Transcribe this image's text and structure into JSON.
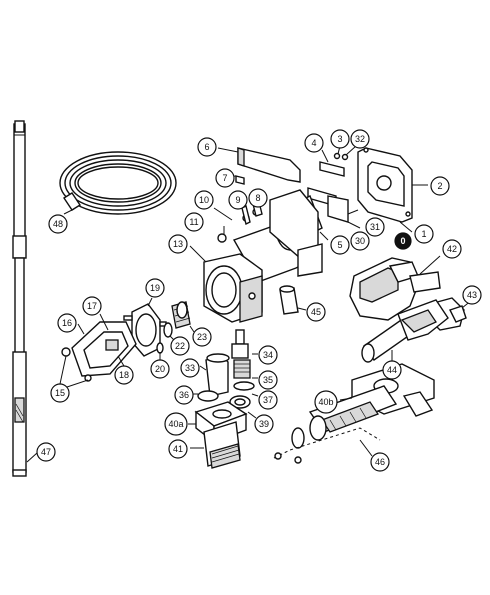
{
  "callouts": {
    "c0": "0",
    "c1": "1",
    "c2": "2",
    "c3": "3",
    "c4": "4",
    "c5": "5",
    "c6": "6",
    "c7": "7",
    "c8": "8",
    "c9": "9",
    "c10": "10",
    "c11": "11",
    "c13": "13",
    "c15": "15",
    "c16": "16",
    "c17": "17",
    "c18": "18",
    "c19": "19",
    "c20": "20",
    "c22": "22",
    "c23": "23",
    "c30": "30",
    "c31": "31",
    "c32": "32",
    "c33": "33",
    "c34": "34",
    "c35": "35",
    "c36": "36",
    "c37": "37",
    "c39": "39",
    "c40a": "40a",
    "c40b": "40b",
    "c41": "41",
    "c42": "42",
    "c43": "43",
    "c44": "44",
    "c45": "45",
    "c46": "46",
    "c47": "47",
    "c48": "48"
  }
}
